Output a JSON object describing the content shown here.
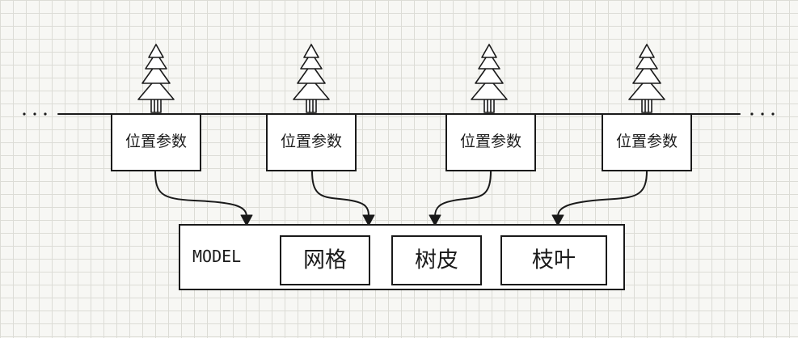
{
  "instances": [
    {
      "label": "位置参数"
    },
    {
      "label": "位置参数"
    },
    {
      "label": "位置参数"
    },
    {
      "label": "位置参数"
    }
  ],
  "model": {
    "label": "MODEL",
    "parts": [
      {
        "label": "网格"
      },
      {
        "label": "树皮"
      },
      {
        "label": "枝叶"
      }
    ]
  }
}
